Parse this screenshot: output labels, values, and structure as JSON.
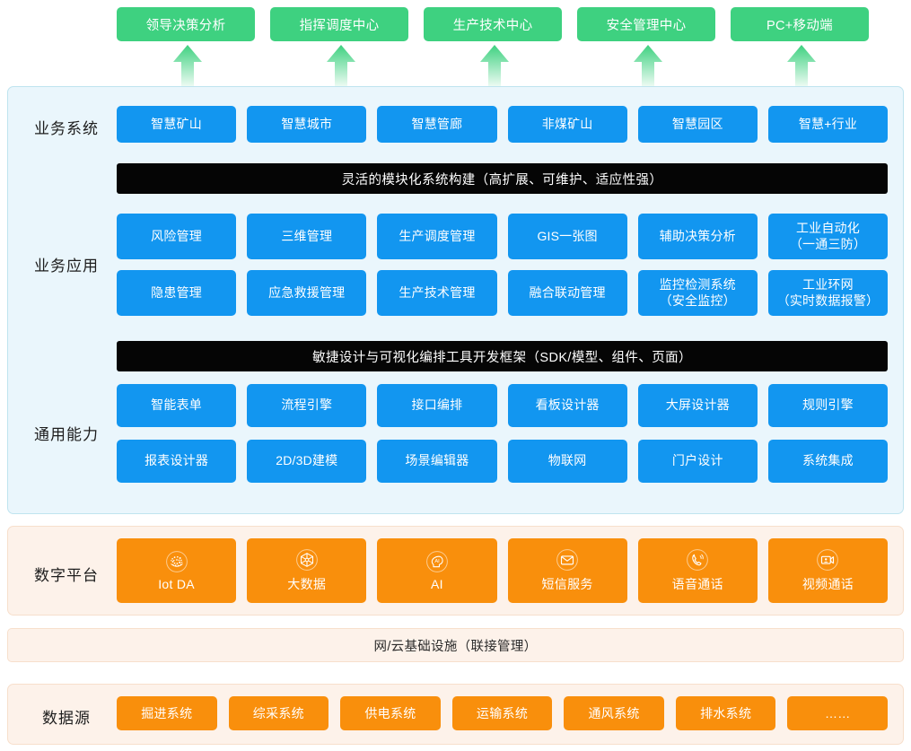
{
  "top_row": {
    "items": [
      {
        "label": "领导决策分析"
      },
      {
        "label": "指挥调度中心"
      },
      {
        "label": "生产技术中心"
      },
      {
        "label": "安全管理中心"
      },
      {
        "label": "PC+移动端"
      }
    ]
  },
  "sections": {
    "business_system": {
      "label": "业务系统",
      "items": [
        {
          "label": "智慧矿山"
        },
        {
          "label": "智慧城市"
        },
        {
          "label": "智慧管廊"
        },
        {
          "label": "非煤矿山"
        },
        {
          "label": "智慧园区"
        },
        {
          "label": "智慧+行业"
        }
      ]
    },
    "banner_modular": {
      "label": "灵活的模块化系统构建（高扩展、可维护、适应性强）"
    },
    "business_application": {
      "label": "业务应用",
      "row1": [
        {
          "line1": "风险管理",
          "line2": ""
        },
        {
          "line1": "三维管理",
          "line2": ""
        },
        {
          "line1": "生产调度管理",
          "line2": ""
        },
        {
          "line1": "GIS一张图",
          "line2": ""
        },
        {
          "line1": "辅助决策分析",
          "line2": ""
        },
        {
          "line1": "工业自动化",
          "line2": "（一通三防）"
        }
      ],
      "row2": [
        {
          "line1": "隐患管理",
          "line2": ""
        },
        {
          "line1": "应急救援管理",
          "line2": ""
        },
        {
          "line1": "生产技术管理",
          "line2": ""
        },
        {
          "line1": "融合联动管理",
          "line2": ""
        },
        {
          "line1": "监控检测系统",
          "line2": "（安全监控）"
        },
        {
          "line1": "工业环网",
          "line2": "（实时数据报警）"
        }
      ]
    },
    "banner_agile": {
      "label": "敏捷设计与可视化编排工具开发框架（SDK/模型、组件、页面）"
    },
    "general_capability": {
      "label": "通用能力",
      "row1": [
        {
          "line1": "智能表单",
          "line2": ""
        },
        {
          "line1": "流程引擎",
          "line2": ""
        },
        {
          "line1": "接口编排",
          "line2": ""
        },
        {
          "line1": "看板设计器",
          "line2": ""
        },
        {
          "line1": "大屏设计器",
          "line2": ""
        },
        {
          "line1": "规则引擎",
          "line2": ""
        }
      ],
      "row2": [
        {
          "line1": "报表设计器",
          "line2": ""
        },
        {
          "line1": "2D/3D建模",
          "line2": ""
        },
        {
          "line1": "场景编辑器",
          "line2": ""
        },
        {
          "line1": "物联网",
          "line2": ""
        },
        {
          "line1": "门户设计",
          "line2": ""
        },
        {
          "line1": "系统集成",
          "line2": ""
        }
      ]
    },
    "digital_platform": {
      "label": "数字平台",
      "items": [
        {
          "label": "Iot DA",
          "icon": "iot-network-icon"
        },
        {
          "label": "大数据",
          "icon": "bigdata-cube-icon"
        },
        {
          "label": "AI",
          "icon": "ai-head-icon"
        },
        {
          "label": "短信服务",
          "icon": "envelope-icon"
        },
        {
          "label": "语音通话",
          "icon": "phone-call-icon"
        },
        {
          "label": "视频通话",
          "icon": "video-call-icon"
        }
      ]
    },
    "infrastructure": {
      "label": "网/云基础设施（联接管理）"
    },
    "data_source": {
      "label": "数据源",
      "items": [
        {
          "label": "掘进系统"
        },
        {
          "label": "综采系统"
        },
        {
          "label": "供电系统"
        },
        {
          "label": "运输系统"
        },
        {
          "label": "通风系统"
        },
        {
          "label": "排水系统"
        },
        {
          "label": "……"
        }
      ]
    }
  },
  "colors": {
    "green": "#3ed180",
    "blue": "#1296f0",
    "orange": "#f98f0c",
    "panel_blue_bg": "#eaf6fc",
    "panel_orange_bg": "#fdf2ea",
    "banner_black": "#050505"
  }
}
